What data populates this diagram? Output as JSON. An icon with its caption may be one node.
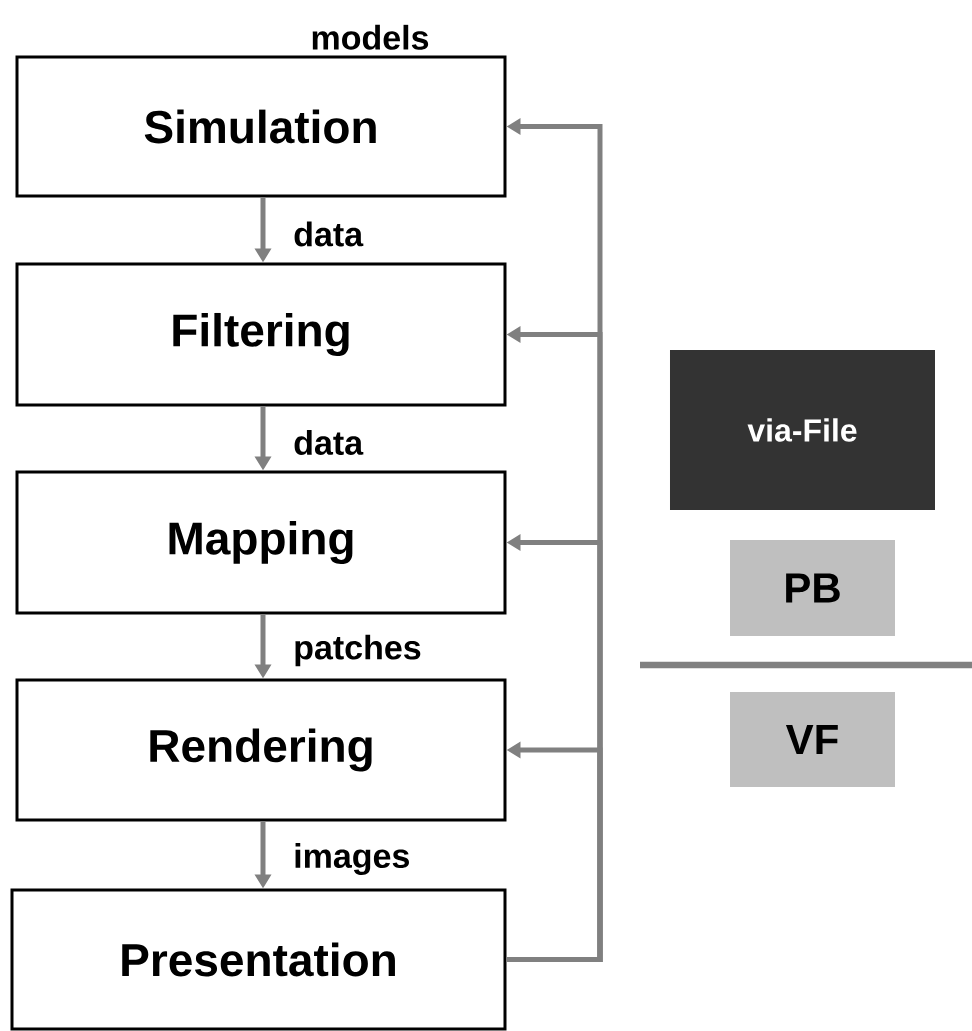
{
  "diagram": {
    "nodes": [
      {
        "text": [
          "Simulation"
        ],
        "beside": [
          "models"
        ]
      },
      {
        "text": [
          "Filtering"
        ]
      },
      {
        "text": [
          "Mapping"
        ]
      },
      {
        "text": [
          "Rendering"
        ]
      },
      {
        "text": [
          "Presentation"
        ]
      },
      {
        "text": [
          "via-File"
        ]
      },
      {
        "text": [
          "PB"
        ]
      },
      {
        "text": [
          "VF"
        ]
      }
    ],
    "edges": [
      {
        "from": 0,
        "to": 1,
        "arrow": "to",
        "label": "data"
      },
      {
        "from": 1,
        "to": 2,
        "arrow": "to",
        "label": "data"
      },
      {
        "from": 2,
        "to": 3,
        "arrow": "to",
        "label": "patches"
      },
      {
        "from": 3,
        "to": 4,
        "arrow": "to",
        "label": "images"
      },
      {
        "from": 4,
        "to": 0,
        "arrow": "to"
      },
      {
        "from": 4,
        "to": 1,
        "arrow": "to"
      },
      {
        "from": 4,
        "to": 2,
        "arrow": "to"
      },
      {
        "from": 4,
        "to": 3,
        "arrow": "to"
      }
    ]
  }
}
